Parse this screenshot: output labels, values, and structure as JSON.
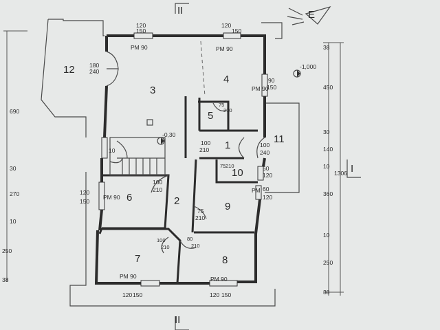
{
  "section_marks": [
    "II",
    "II",
    "I"
  ],
  "north_label": "E",
  "rooms": [
    "1",
    "2",
    "3",
    "4",
    "5",
    "6",
    "7",
    "8",
    "9",
    "10",
    "11",
    "12"
  ],
  "elevations": {
    "living": "-0,30",
    "exterior": "-1,000"
  },
  "openings": {
    "top_window_left": [
      "120",
      "150"
    ],
    "top_window_right": [
      "120",
      "150"
    ],
    "pm_top_left": "PM 90",
    "pm_top_right": "PM 90",
    "terrace_door": [
      "180",
      "240"
    ],
    "right_window_room4": [
      "90",
      "150"
    ],
    "pm_room4": "PM 90",
    "door_room5": [
      "75",
      "210"
    ],
    "door_room1_a": [
      "100",
      "210"
    ],
    "door_room1_b": [
      "100",
      "240"
    ],
    "door_room10": [
      "75",
      "210"
    ],
    "window_room10": [
      "60",
      "120"
    ],
    "window_room9": [
      "60",
      "120"
    ],
    "pm_room9": "PM",
    "door_room6": [
      "100",
      "210"
    ],
    "window_room6": [
      "120",
      "150"
    ],
    "pm_room6": "PM 90",
    "door_room9": [
      "75",
      "210"
    ],
    "door_room7": [
      "100",
      "210"
    ],
    "door_room8": [
      "80",
      "210"
    ],
    "pm_room7": "PM 90",
    "pm_room8": "PM 90",
    "bottom_window_left": [
      "120",
      "150"
    ],
    "bottom_window_right": [
      "120",
      "150"
    ],
    "stair_label": "10"
  },
  "dimensions_right": [
    "38",
    "450",
    "30",
    "140",
    "10",
    "360",
    "10",
    "250",
    "38"
  ],
  "dimension_total_right": "1306",
  "dimensions_left": [
    "690",
    "30",
    "270",
    "10",
    "250",
    "38"
  ]
}
